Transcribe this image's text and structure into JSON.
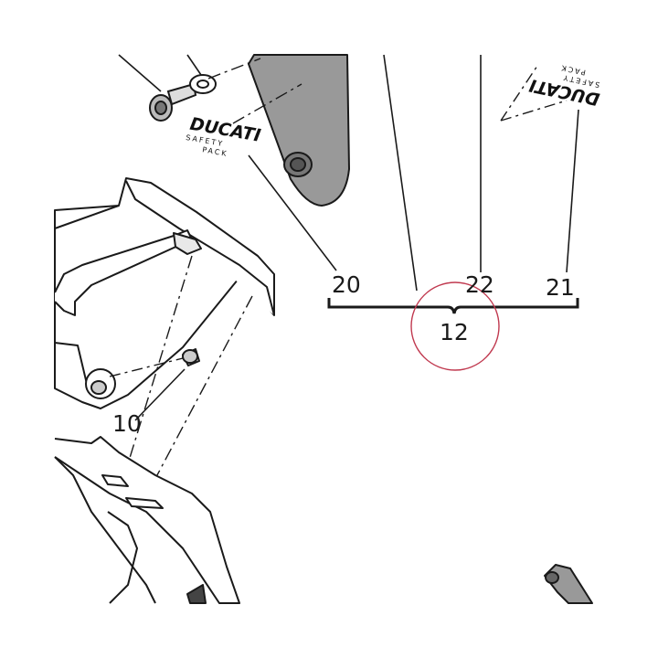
{
  "callouts": {
    "item_20": "20",
    "item_22": "22",
    "item_21": "21",
    "item_12": "12",
    "item_10": "10"
  },
  "decal_left": {
    "brand": "DUCATI",
    "line1": "SAFETY",
    "line2": "PACK"
  },
  "decal_right": {
    "brand": "DUCATI",
    "line1": "SAFETY",
    "line2": "PACK"
  },
  "colors": {
    "line": "#1a1a1a",
    "part_fill": "#999999",
    "highlight_circle": "#c0394f"
  }
}
